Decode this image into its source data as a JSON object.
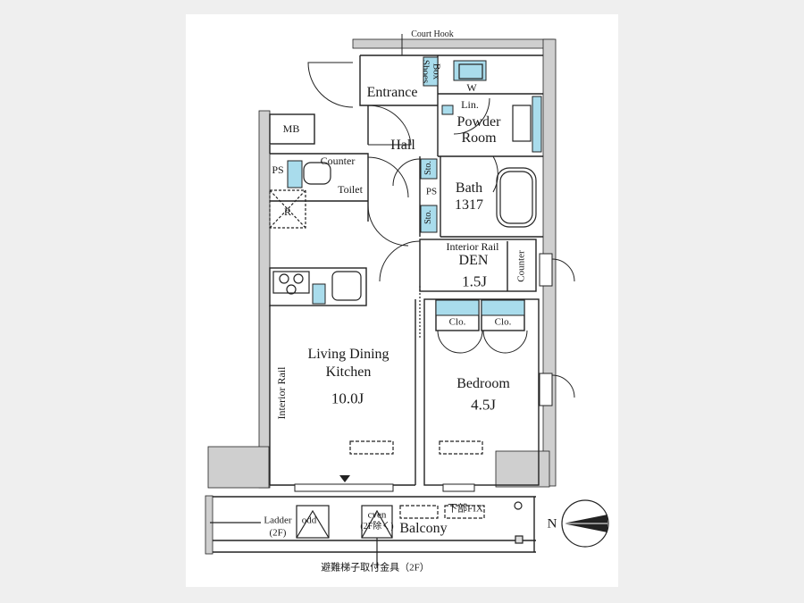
{
  "labels": {
    "court_hook": "Court Hook",
    "shoes_box": "Shoes\nBox",
    "shoes_box_1": "Shoes",
    "shoes_box_2": "Box",
    "w": "W",
    "entrance": "Entrance",
    "lin": "Lin.",
    "powder_room_1": "Powder",
    "powder_room_2": "Room",
    "mb": "MB",
    "hall": "Hall",
    "ps_left": "PS",
    "counter_top": "Counter",
    "toilet": "Toilet",
    "sto_1": "Sto.",
    "ps_mid": "PS",
    "sto_2": "Sto.",
    "bath": "Bath",
    "bath_size": "1317",
    "r": "R",
    "interior_rail_top": "Interior Rail",
    "den": "DEN",
    "den_size": "1.5J",
    "counter_right": "Counter",
    "clo_1": "Clo.",
    "clo_2": "Clo.",
    "ldk_1": "Living Dining",
    "ldk_2": "Kitchen",
    "ldk_size": "10.0J",
    "interior_rail_left": "Interior Rail",
    "bedroom": "Bedroom",
    "bedroom_size": "4.5J",
    "ladder": "Ladder",
    "ladder_floor": "(2F)",
    "hold": "odd",
    "cven": "cven",
    "cven_note": "(2F除く)",
    "shita_bu": "下部FIX",
    "balcony": "Balcony",
    "north": "N",
    "bottom_note": "避難梯子取付金具（2F）"
  },
  "colors": {
    "wall": "#c9c9c9",
    "line": "#222222",
    "fixture_blue": "#a9dcec",
    "background": "#efefef",
    "card": "#ffffff"
  }
}
